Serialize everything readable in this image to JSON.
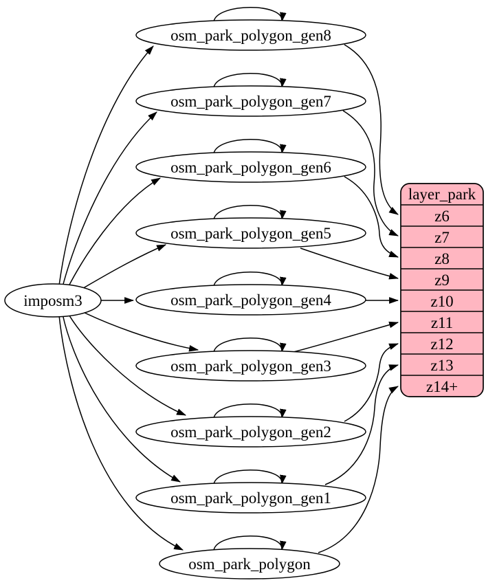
{
  "graph": {
    "source": {
      "label": "imposm3"
    },
    "nodes": [
      {
        "label": "osm_park_polygon_gen8"
      },
      {
        "label": "osm_park_polygon_gen7"
      },
      {
        "label": "osm_park_polygon_gen6"
      },
      {
        "label": "osm_park_polygon_gen5"
      },
      {
        "label": "osm_park_polygon_gen4"
      },
      {
        "label": "osm_park_polygon_gen3"
      },
      {
        "label": "osm_park_polygon_gen2"
      },
      {
        "label": "osm_park_polygon_gen1"
      },
      {
        "label": "osm_park_polygon"
      }
    ],
    "table": {
      "title": "layer_park",
      "rows": [
        "z6",
        "z7",
        "z8",
        "z9",
        "z10",
        "z11",
        "z12",
        "z13",
        "z14+"
      ]
    },
    "edges": [
      {
        "from": "imposm3",
        "to": "osm_park_polygon_gen8"
      },
      {
        "from": "imposm3",
        "to": "osm_park_polygon_gen7"
      },
      {
        "from": "imposm3",
        "to": "osm_park_polygon_gen6"
      },
      {
        "from": "imposm3",
        "to": "osm_park_polygon_gen5"
      },
      {
        "from": "imposm3",
        "to": "osm_park_polygon_gen4"
      },
      {
        "from": "imposm3",
        "to": "osm_park_polygon_gen3"
      },
      {
        "from": "imposm3",
        "to": "osm_park_polygon_gen2"
      },
      {
        "from": "imposm3",
        "to": "osm_park_polygon_gen1"
      },
      {
        "from": "imposm3",
        "to": "osm_park_polygon"
      },
      {
        "from": "osm_park_polygon_gen8",
        "to": "osm_park_polygon_gen8"
      },
      {
        "from": "osm_park_polygon_gen7",
        "to": "osm_park_polygon_gen7"
      },
      {
        "from": "osm_park_polygon_gen6",
        "to": "osm_park_polygon_gen6"
      },
      {
        "from": "osm_park_polygon_gen5",
        "to": "osm_park_polygon_gen5"
      },
      {
        "from": "osm_park_polygon_gen4",
        "to": "osm_park_polygon_gen4"
      },
      {
        "from": "osm_park_polygon_gen3",
        "to": "osm_park_polygon_gen3"
      },
      {
        "from": "osm_park_polygon_gen2",
        "to": "osm_park_polygon_gen2"
      },
      {
        "from": "osm_park_polygon_gen1",
        "to": "osm_park_polygon_gen1"
      },
      {
        "from": "osm_park_polygon",
        "to": "osm_park_polygon"
      },
      {
        "from": "osm_park_polygon_gen8",
        "to": "layer_park:z6"
      },
      {
        "from": "osm_park_polygon_gen7",
        "to": "layer_park:z7"
      },
      {
        "from": "osm_park_polygon_gen6",
        "to": "layer_park:z8"
      },
      {
        "from": "osm_park_polygon_gen5",
        "to": "layer_park:z9"
      },
      {
        "from": "osm_park_polygon_gen4",
        "to": "layer_park:z10"
      },
      {
        "from": "osm_park_polygon_gen3",
        "to": "layer_park:z11"
      },
      {
        "from": "osm_park_polygon_gen2",
        "to": "layer_park:z12"
      },
      {
        "from": "osm_park_polygon_gen1",
        "to": "layer_park:z13"
      },
      {
        "from": "osm_park_polygon",
        "to": "layer_park:z14+"
      }
    ]
  },
  "colors": {
    "node_fill": "#ffffff",
    "table_fill": "#ffb6c1",
    "edge": "#000000"
  }
}
